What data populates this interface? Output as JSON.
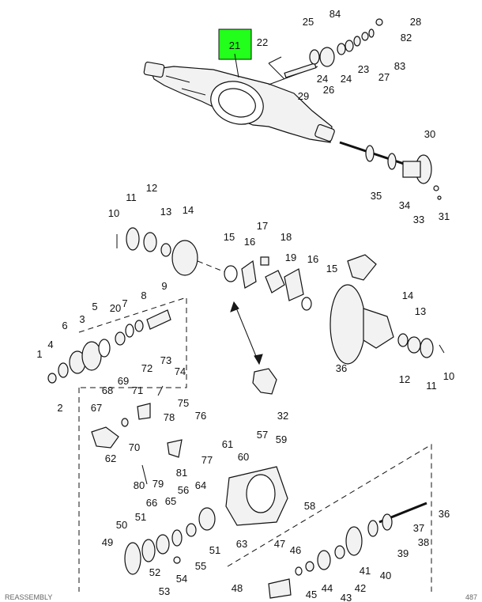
{
  "highlight": {
    "label": "21",
    "color": "#22ff1a"
  },
  "callouts": [
    "1",
    "2",
    "3",
    "4",
    "5",
    "6",
    "7",
    "8",
    "9",
    "10",
    "11",
    "12",
    "13",
    "14",
    "15",
    "16",
    "17",
    "18",
    "19",
    "20",
    "22",
    "23",
    "24",
    "25",
    "26",
    "27",
    "28",
    "29",
    "30",
    "31",
    "32",
    "33",
    "34",
    "35",
    "36",
    "37",
    "38",
    "39",
    "40",
    "41",
    "42",
    "43",
    "44",
    "45",
    "46",
    "47",
    "48",
    "49",
    "50",
    "51",
    "52",
    "53",
    "54",
    "55",
    "56",
    "57",
    "58",
    "59",
    "60",
    "61",
    "62",
    "63",
    "64",
    "65",
    "66",
    "67",
    "68",
    "69",
    "70",
    "71",
    "72",
    "73",
    "74",
    "75",
    "76",
    "77",
    "78",
    "79",
    "80",
    "81",
    "82",
    "83",
    "84"
  ],
  "footer": {
    "left": "REASSEMBLY",
    "right": "487"
  }
}
